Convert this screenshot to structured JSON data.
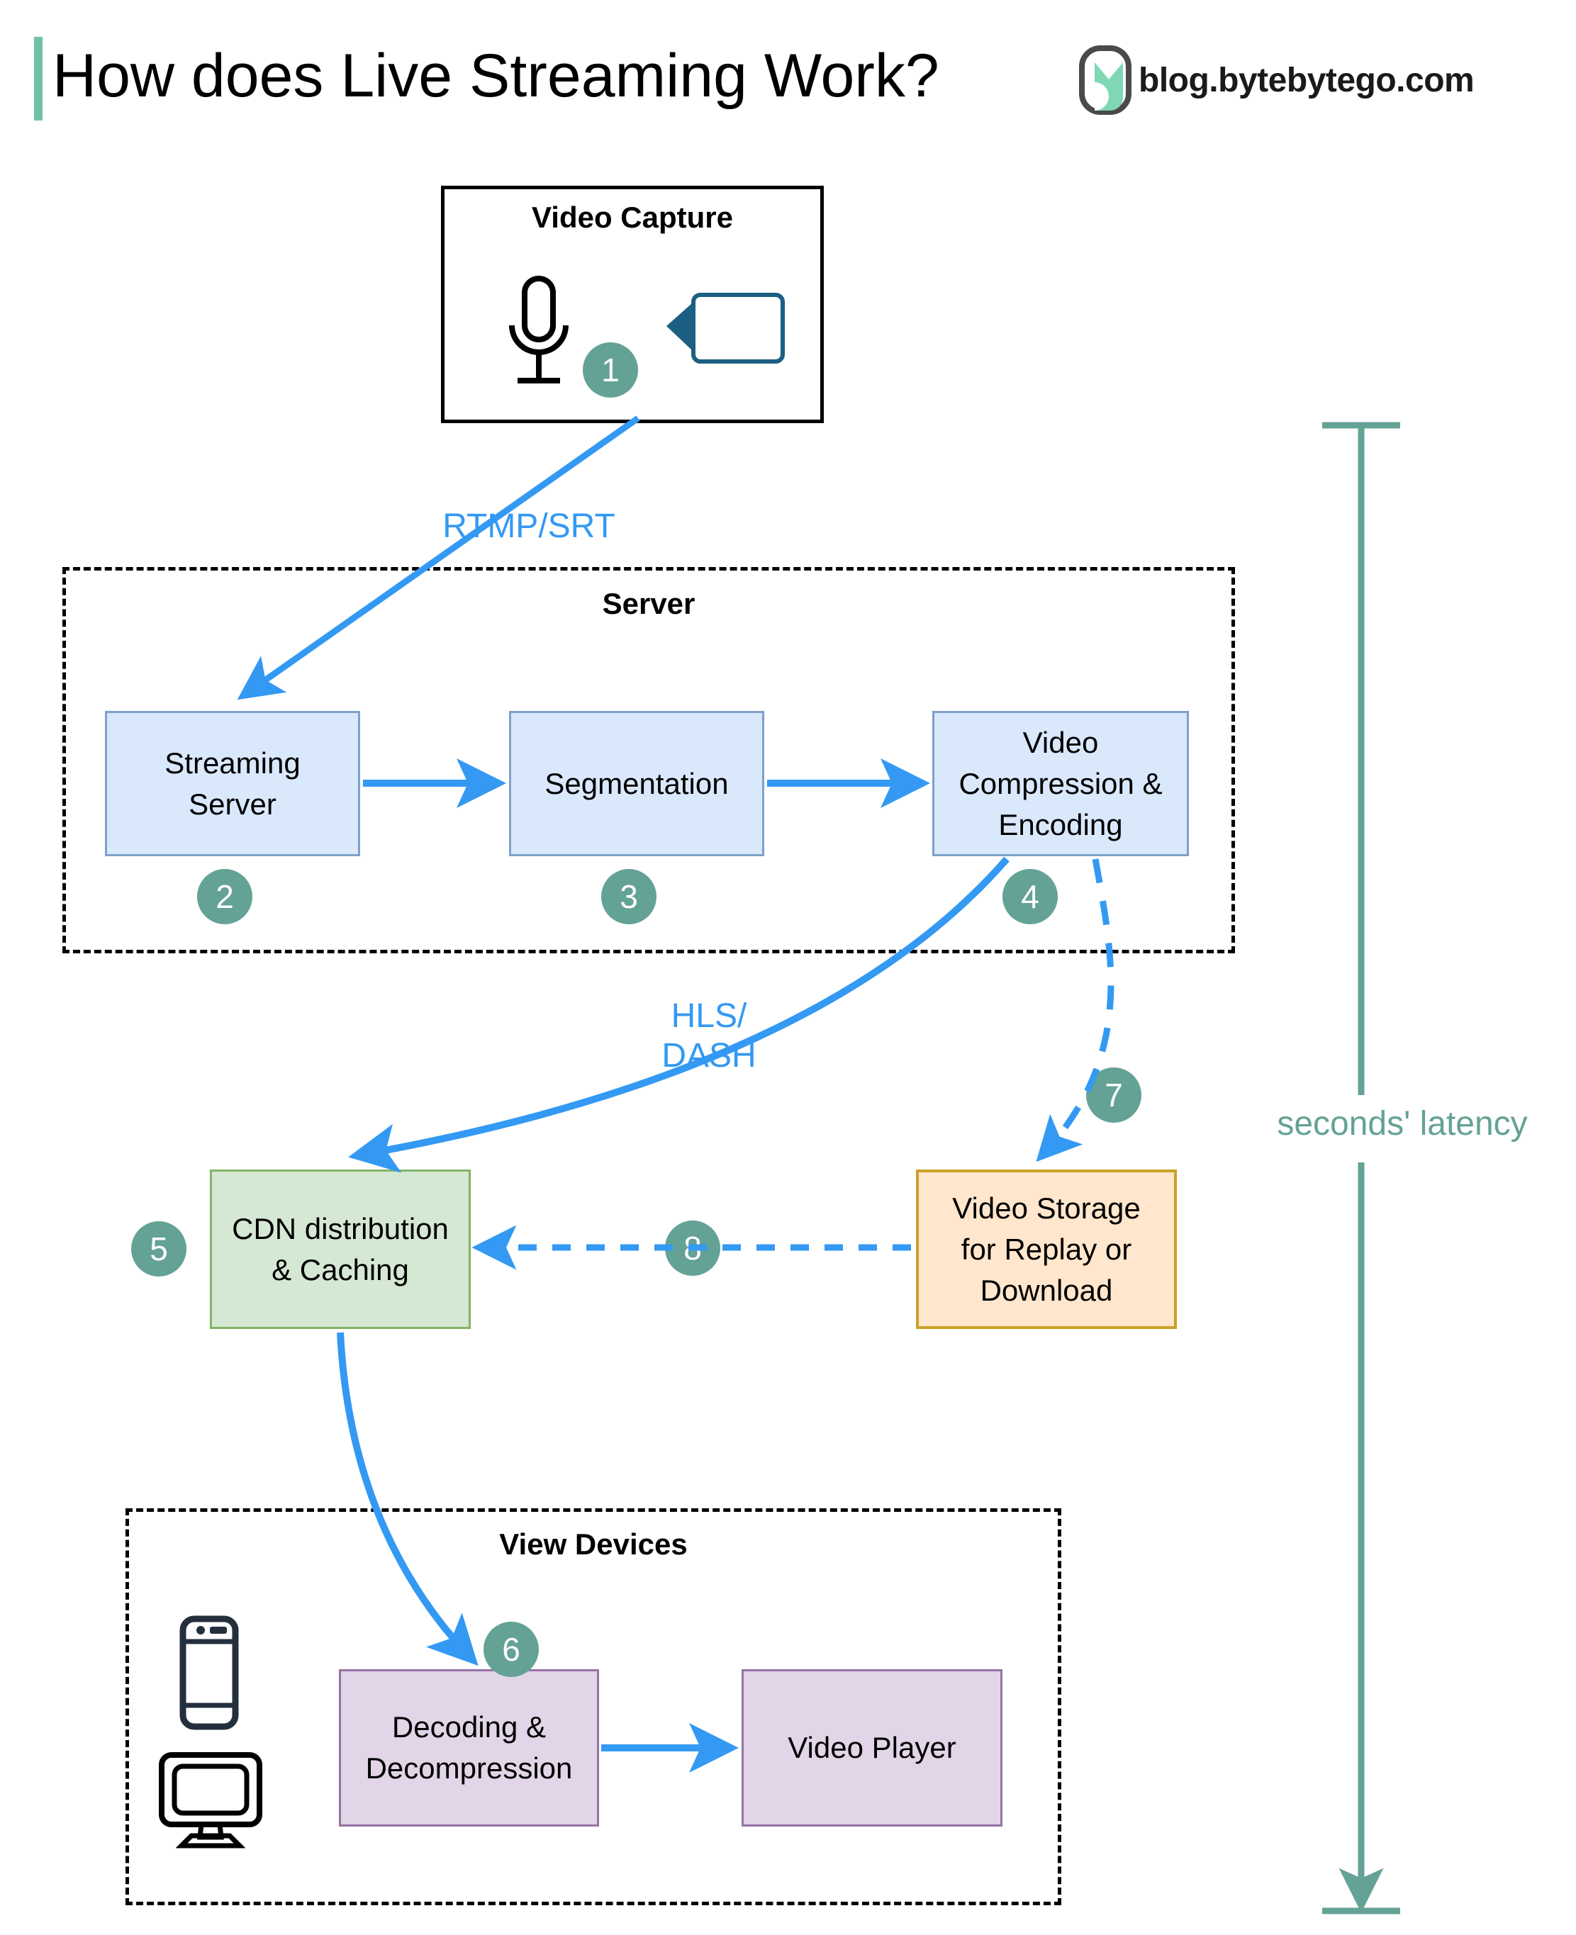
{
  "header": {
    "title": "How does Live Streaming Work?",
    "brand_text": "blog.bytebytego.com",
    "accent_color": "#71c0a8"
  },
  "colors": {
    "badge": "#64a296",
    "arrow_blue": "#3399f3",
    "box_blue_fill": "#dae8fc",
    "box_blue_border": "#7ea0c9",
    "box_green_fill": "#d5e8d4",
    "box_green_border": "#82b366",
    "box_orange_fill": "#ffe6cc",
    "box_orange_border": "#c9a227",
    "box_purple_fill": "#e1d5e7",
    "box_purple_border": "#9673a6",
    "latency": "#64a296",
    "camera_icon": "#1b5f82",
    "phone_icon": "#242f3e"
  },
  "capture_group": {
    "title": "Video Capture",
    "icons": [
      "microphone-icon",
      "video-camera-icon"
    ],
    "step": "1"
  },
  "server_group": {
    "title": "Server",
    "boxes": [
      {
        "label": "Streaming\nServer",
        "step": "2"
      },
      {
        "label": "Segmentation",
        "step": "3"
      },
      {
        "label": "Video\nCompression &\nEncoding",
        "step": "4"
      }
    ]
  },
  "cdn": {
    "label": "CDN distribution\n& Caching",
    "step": "5"
  },
  "storage": {
    "label": "Video Storage\nfor Replay or\nDownload",
    "step": "7",
    "replay_step": "8"
  },
  "view_devices_group": {
    "title": "View Devices",
    "icons": [
      "smartphone-icon",
      "desktop-monitor-icon"
    ],
    "boxes": [
      {
        "label": "Decoding &\nDecompression",
        "step": "6"
      },
      {
        "label": "Video Player",
        "step": ""
      }
    ]
  },
  "edge_labels": {
    "capture_to_server": "RTMP/SRT",
    "encoding_to_cdn": "HLS/\nDASH"
  },
  "latency": {
    "label": "seconds' latency"
  }
}
